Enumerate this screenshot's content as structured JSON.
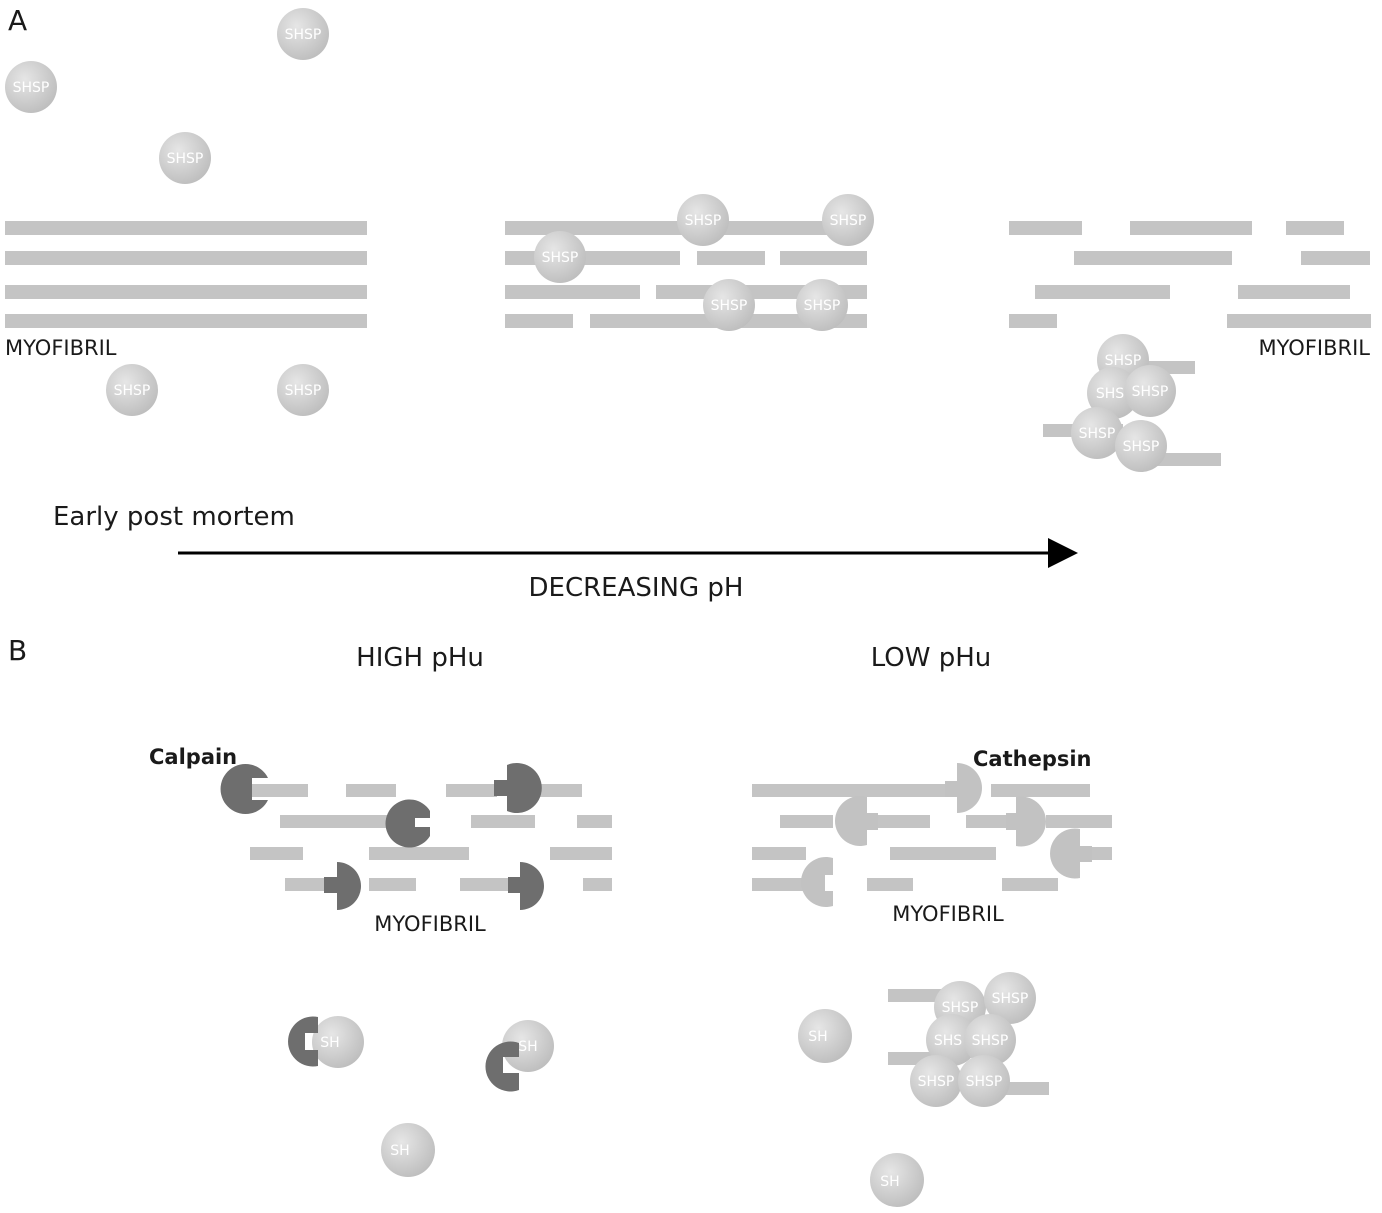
{
  "panels": {
    "a": "A",
    "b": "B"
  },
  "labels": {
    "myofibril": "MYOFIBRIL",
    "early_post_mortem": "Early post mortem",
    "decreasing_ph": "DECREASING pH",
    "high_phu": "HIGH pHu",
    "low_phu": "LOW pHu",
    "calpain": "Calpain",
    "cathepsin": "Cathepsin"
  },
  "protein_label": "SHSP",
  "partial_labels": {
    "shs": "SHS",
    "sh": "SH"
  },
  "colors": {
    "filament": "#c4c4c4",
    "shsp": "#cfcfcf",
    "calpain": "#6e6e6e",
    "cathepsin": "#c2c2c2",
    "arrow": "#000000"
  }
}
